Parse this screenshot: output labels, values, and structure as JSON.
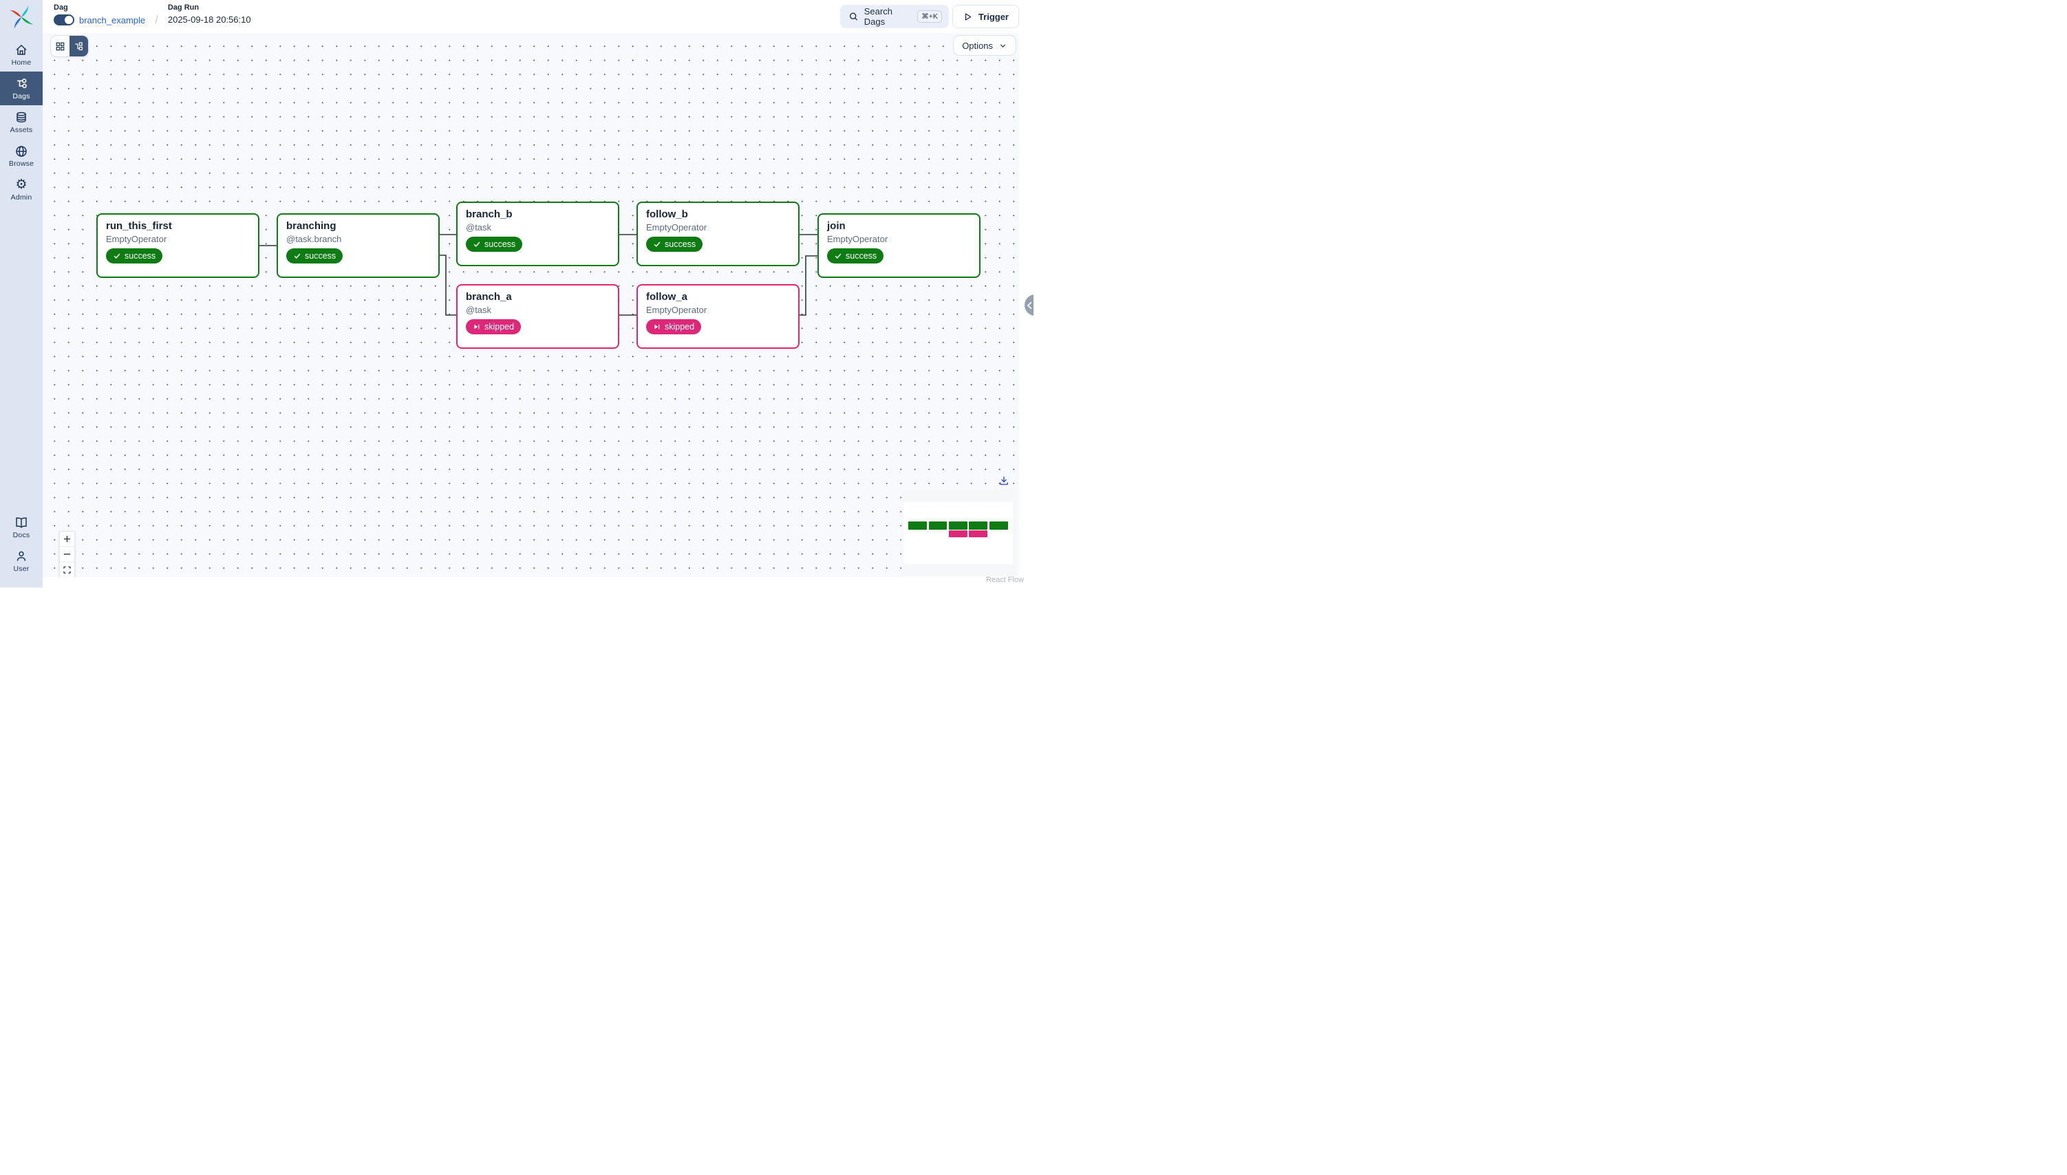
{
  "header": {
    "breadcrumb": {
      "dag_label": "Dag",
      "dag_name": "branch_example",
      "separator": "/",
      "run_label": "Dag Run",
      "run_timestamp": "2025-09-18 20:56:10",
      "dag_enabled": true
    },
    "search": {
      "label": "Search Dags",
      "shortcut": "⌘+K"
    },
    "trigger": {
      "label": "Trigger"
    }
  },
  "sidebar": {
    "items": [
      {
        "label": "Home",
        "selected": false
      },
      {
        "label": "Dags",
        "selected": true
      },
      {
        "label": "Assets",
        "selected": false
      },
      {
        "label": "Browse",
        "selected": false
      },
      {
        "label": "Admin",
        "selected": false
      }
    ],
    "bottom_items": [
      {
        "label": "Docs"
      },
      {
        "label": "User"
      }
    ]
  },
  "toolbar": {
    "options_label": "Options",
    "view_modes": [
      "grid",
      "graph"
    ],
    "selected_view": "graph"
  },
  "graph": {
    "nodes": [
      {
        "id": "run_this_first",
        "title": "run_this_first",
        "subtitle": "EmptyOperator",
        "status": "success"
      },
      {
        "id": "branching",
        "title": "branching",
        "subtitle": "@task.branch",
        "status": "success"
      },
      {
        "id": "branch_b",
        "title": "branch_b",
        "subtitle": "@task",
        "status": "success"
      },
      {
        "id": "follow_b",
        "title": "follow_b",
        "subtitle": "EmptyOperator",
        "status": "success"
      },
      {
        "id": "branch_a",
        "title": "branch_a",
        "subtitle": "@task",
        "status": "skipped"
      },
      {
        "id": "follow_a",
        "title": "follow_a",
        "subtitle": "EmptyOperator",
        "status": "skipped"
      },
      {
        "id": "join",
        "title": "join",
        "subtitle": "EmptyOperator",
        "status": "success"
      }
    ],
    "edges": [
      [
        "run_this_first",
        "branching"
      ],
      [
        "branching",
        "branch_b"
      ],
      [
        "branching",
        "branch_a"
      ],
      [
        "branch_b",
        "follow_b"
      ],
      [
        "branch_a",
        "follow_a"
      ],
      [
        "follow_b",
        "join"
      ],
      [
        "follow_a",
        "join"
      ]
    ],
    "status_colors": {
      "success": "#0e7c12",
      "skipped": "#dd2879"
    }
  },
  "minimap": {
    "nodes": [
      {
        "id": "run_this_first",
        "status": "success"
      },
      {
        "id": "branching",
        "status": "success"
      },
      {
        "id": "branch_b",
        "status": "success"
      },
      {
        "id": "follow_b",
        "status": "success"
      },
      {
        "id": "join",
        "status": "success"
      },
      {
        "id": "branch_a",
        "status": "skipped"
      },
      {
        "id": "follow_a",
        "status": "skipped"
      }
    ]
  },
  "attribution": "React Flow"
}
